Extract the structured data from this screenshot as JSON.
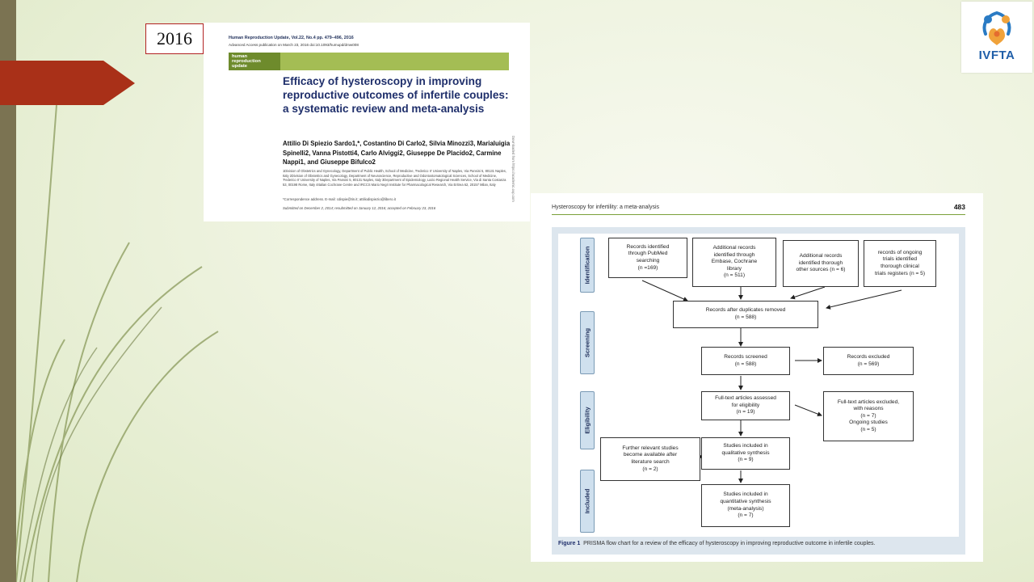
{
  "slide": {
    "year": "2016",
    "colors": {
      "accent": "#a93018",
      "bar": "#7b7352",
      "background": "#eef3df",
      "year_border": "#b22222"
    }
  },
  "logo": {
    "name": "IVFTA",
    "icon": "family-heart-icon",
    "text_color": "#1f5ea8"
  },
  "paper": {
    "journal_line": "Human Reproduction Update, Vol.22, No.4 pp. 479–496, 2016",
    "access_line": "Advanced Access publication on March 23, 2016   doi:10.1093/humupd/dmw008",
    "journal_logo": "human reproduction update",
    "title": "Efficacy of hysteroscopy in improving reproductive outcomes of infertile couples: a systematic review and meta-analysis",
    "authors": "Attilio Di Spiezio Sardo1,*, Costantino Di Carlo2, Silvia Minozzi3, Marialuigia Spinelli2, Vanna Pistotti4, Carlo Alviggi2, Giuseppe De Placido2, Carmine Nappi1, and Giuseppe Bifulco2",
    "affiliations": "1Division of Obstetrics and Gynecology, Department of Public Health, School of Medicine, 'Federico II' University of Naples, Via Pansini 5, 80131 Naples, Italy 2Division of Obstetrics and Gynecology, Department of Neuroscience, Reproductive and Odontostomatological Sciences, School of Medicine, 'Federico II' University of Naples, Via Pansini 5, 80131 Naples, Italy 3Department of Epidemiology, Lazio Regional Health Service, Via di Santa Costanza 53, 00198 Rome, Italy 4Italian Cochrane Centre and IRCCS Mario Negri Institute for Pharmacological Research, Via Eritrea 62, 20157 Milan, Italy",
    "correspondence": "*Correspondence address. E-mail: cdispie@tin.it; attiliodispiezio@libero.it",
    "submitted": "Submitted on December 2, 2014; resubmitted on January 12, 2016; accepted on February 23, 2016",
    "side_note": "Downloaded from https://academic.oup.com"
  },
  "figure_page": {
    "header": "Hysteroscopy for infertility: a meta-analysis",
    "page_number": "483",
    "caption_label": "Figure 1",
    "caption_text": "PRISMA flow chart for a review of the efficacy of hysteroscopy in improving reproductive outcome in infertile couples.",
    "stages": [
      "Identification",
      "Screening",
      "Eligibility",
      "Included"
    ],
    "boxes": {
      "pubmed": [
        "Records identified",
        "through PubMed",
        "searching",
        "(n =169)"
      ],
      "embase": [
        "Additional records",
        "identified through",
        "Embase, Cochrane",
        "library",
        "(n = 511)"
      ],
      "other": [
        "Additional records",
        "identified thorough",
        "other sources (n = 6)"
      ],
      "trials": [
        "records of ongoing",
        "trials identified",
        "thorough clinical",
        "trials registers (n = 5)"
      ],
      "dedup": [
        "Records after duplicates removed",
        "(n = 588)"
      ],
      "screened": [
        "Records screened",
        "(n = 588)"
      ],
      "excluded": [
        "Records excluded",
        "(n = 569)"
      ],
      "fulltext": [
        "Full-text articles assessed",
        "for eligibility",
        "(n = 19)"
      ],
      "ft_excluded": [
        "Full-text articles excluded,",
        "with reasons",
        "(n = 7)",
        "Ongoing studies",
        "(n = 5)"
      ],
      "further": [
        "Further relevant studies",
        "become available after",
        "literature search",
        "(n = 2)"
      ],
      "qualitative": [
        "Studies included in",
        "qualitative synthesis",
        "(n = 9)"
      ],
      "quantitative": [
        "Studies included in",
        "quantitative synthesis",
        "(meta-analysis)",
        "(n = 7)"
      ]
    }
  }
}
